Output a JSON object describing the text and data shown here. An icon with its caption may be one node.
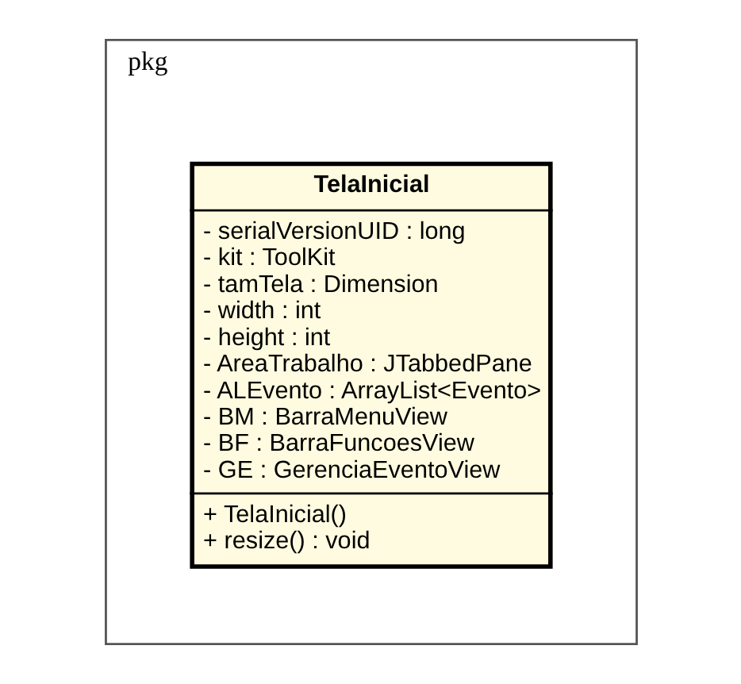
{
  "diagram": {
    "nodes": [
      {
        "text": [
          "pkg"
        ]
      },
      {
        "text": [
          "TelaInicial",
          "- serialVersionUID : long",
          "- kit : ToolKit",
          "- tamTela : Dimension",
          "- width : int",
          "- height : int",
          "- AreaTrabalho : JTabbedPane",
          "- ALEvento : ArrayList<Evento>",
          "- BM : BarraMenuView",
          "- BF : BarraFuncoesView",
          "- GE : GerenciaEventoView",
          "+ TelaInicial()",
          "+ resize() : void"
        ],
        "in": 0
      }
    ],
    "edges": []
  }
}
